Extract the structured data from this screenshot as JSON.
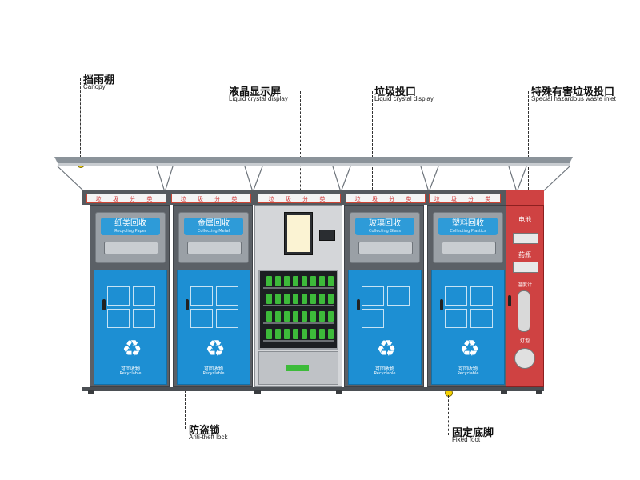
{
  "labels": {
    "canopy": {
      "cn": "挡雨棚",
      "en": "Canopy"
    },
    "lcd_display": {
      "cn": "液晶显示屏",
      "en": "Liquid crystal display"
    },
    "waste_inlet": {
      "cn": "垃圾投口",
      "en": "Liquid crystal display"
    },
    "hazardous_inlet": {
      "cn": "特殊有害垃圾投口",
      "en": "Special hazardous waste inlet"
    },
    "anti_theft_lock": {
      "cn": "防盗锁",
      "en": "Anti-theft lock"
    },
    "fixed_foot": {
      "cn": "固定底脚",
      "en": "Fixed foot"
    }
  },
  "strip_text": "垃 圾 分 类",
  "bins": [
    {
      "title": "纸类回收",
      "subtitle": "Recycling Paper"
    },
    {
      "title": "金属回收",
      "subtitle": "Collecting Metal"
    },
    {
      "title": "玻璃回收",
      "subtitle": "Collecting Glass"
    },
    {
      "title": "塑料回收",
      "subtitle": "Collecting Plastics"
    }
  ],
  "recycle_label": {
    "cn": "可回收物",
    "en": "Recyclable"
  },
  "hazardous_panel": {
    "battery": "电池",
    "medicine": "药瓶",
    "thermometer": "温度计",
    "lamp": "灯泡"
  },
  "colors": {
    "bin_blue": "#1d8fd3",
    "hazard_red": "#cf4242",
    "marker": "#f6d200"
  }
}
